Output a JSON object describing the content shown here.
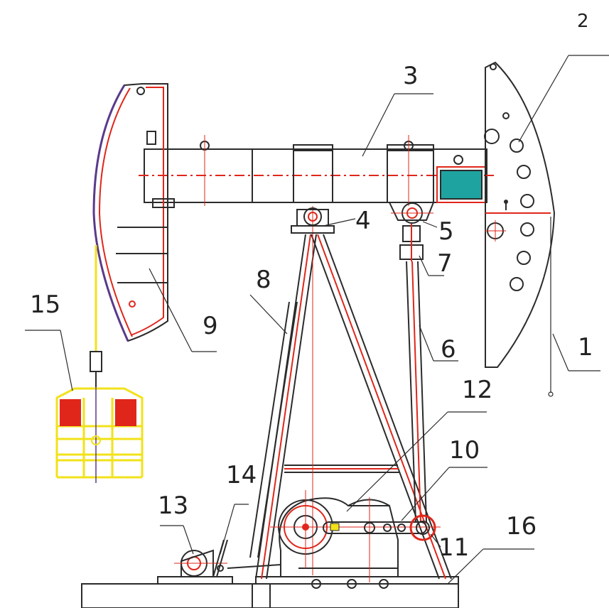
{
  "colors": {
    "outline": "#2b2b2b",
    "centerline": "#e0261a",
    "counterweight": "#f2e21a",
    "weight_block": "#e0261a",
    "motor_fill": "#1fa3a0",
    "frame_accent": "#e0261a"
  },
  "labels": {
    "l1": "1",
    "l2": "2",
    "l3": "3",
    "l4": "4",
    "l5": "5",
    "l6": "6",
    "l7": "7",
    "l8": "8",
    "l9": "9",
    "l10": "10",
    "l11": "11",
    "l12": "12",
    "l13": "13",
    "l14": "14",
    "l15": "15",
    "l16": "16"
  }
}
